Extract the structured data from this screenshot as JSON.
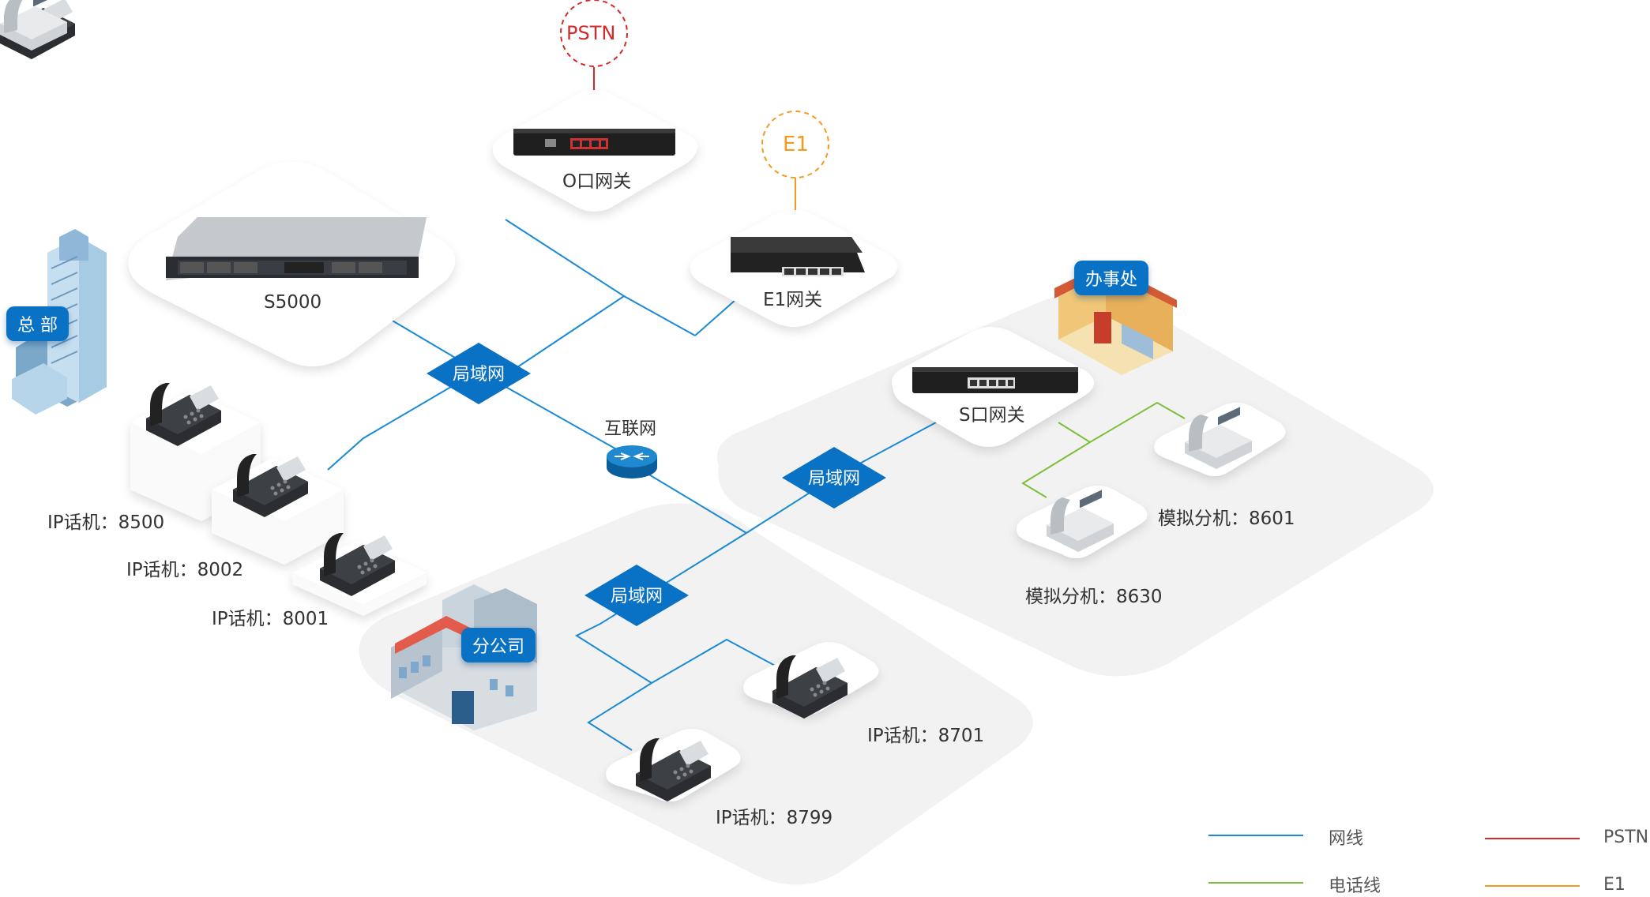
{
  "colors": {
    "network_line": "#1a8ad4",
    "phone_line": "#7cbf3a",
    "pstn": "#d42a2a",
    "e1": "#f39a1f",
    "badge": "#0a72c4"
  },
  "nodes": {
    "pstn": "PSTN",
    "e1": "E1",
    "o_gateway": "O口网关",
    "e1_gateway": "E1网关",
    "s5000": "S5000",
    "hq": "总 部",
    "office": "办事处",
    "branch": "分公司",
    "s_gateway": "S口网关",
    "internet": "互联网",
    "lan1": "局域网",
    "lan2": "局域网",
    "lan3": "局域网"
  },
  "phones": {
    "p8500": "IP话机：8500",
    "p8002": "IP话机：8002",
    "p8001": "IP话机：8001",
    "p8701": "IP话机：8701",
    "p8799": "IP话机：8799",
    "a8601": "模拟分机：8601",
    "a8630": "模拟分机：8630"
  },
  "legend": {
    "network": "网线",
    "phone": "电话线",
    "pstn": "PSTN",
    "e1": "E1"
  }
}
